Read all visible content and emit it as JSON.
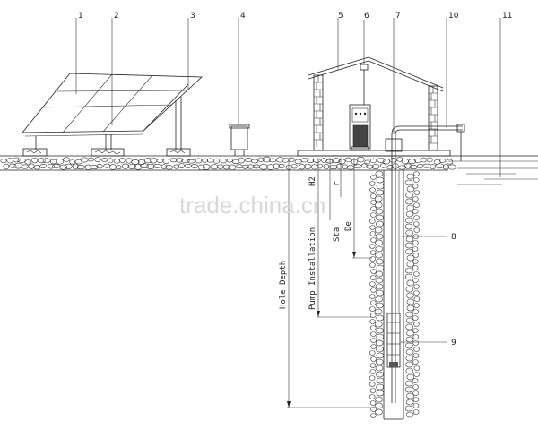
{
  "diagram": {
    "callouts": [
      "1",
      "2",
      "3",
      "4",
      "5",
      "6",
      "7",
      "10",
      "11",
      "8",
      "9"
    ],
    "depth_labels": {
      "hole_depth": "Hole Depth",
      "pump_installation": "Pump Installation",
      "h2": "H2",
      "static_water_level": "Sta",
      "static_water_level_2": "r",
      "dynamic_depth": "De"
    },
    "watermark": "trade.china.cn"
  }
}
